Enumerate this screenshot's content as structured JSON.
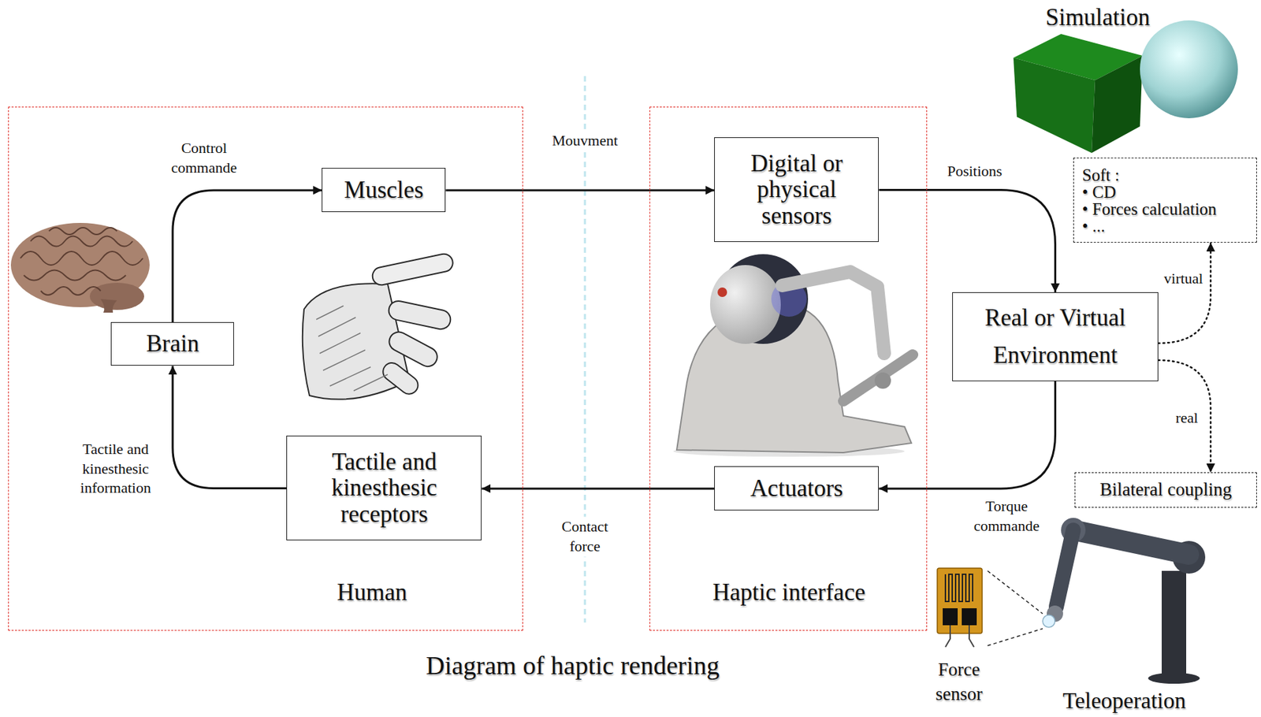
{
  "diagram": {
    "caption": "Diagram of haptic rendering",
    "nodes": [
      {
        "text": [
          "Human"
        ]
      },
      {
        "text": [
          "Muscles"
        ],
        "in": 0
      },
      {
        "text": [
          "Brain"
        ],
        "in": 0
      },
      {
        "text": [
          "Tactile and kinesthesic receptors"
        ],
        "in": 0
      },
      {
        "text": [
          "Haptic interface"
        ]
      },
      {
        "text": [
          "Digital or physical sensors"
        ],
        "in": 4
      },
      {
        "text": [
          "Actuators"
        ],
        "in": 4
      },
      {
        "text": [
          "Soft :",
          "• CD",
          "• Forces calculation",
          "• ..."
        ]
      },
      {
        "text": [
          "Real or Virtual Environment"
        ]
      },
      {
        "text": [
          "Bilateral coupling"
        ]
      }
    ],
    "edges": [
      {
        "from": 2,
        "to": 1,
        "label": "Control commande",
        "arrow": "to"
      },
      {
        "from": 1,
        "to": 5,
        "label": "Mouvment",
        "arrow": "to"
      },
      {
        "from": 5,
        "to": 8,
        "label": "Positions",
        "arrow": "to"
      },
      {
        "from": 8,
        "to": 6,
        "label": "Torque commande",
        "arrow": "to"
      },
      {
        "from": 6,
        "to": 3,
        "label": "Contact force",
        "arrow": "to"
      },
      {
        "from": 3,
        "to": 2,
        "label": "Tactile and kinesthesic information",
        "arrow": "to"
      },
      {
        "from": 8,
        "to": 7,
        "label": "virtual",
        "arrow": "to"
      },
      {
        "from": 8,
        "to": 9,
        "label": "real",
        "arrow": "to"
      }
    ],
    "labels": [
      "Simulation",
      "Force sensor",
      "Teleoperation"
    ]
  }
}
